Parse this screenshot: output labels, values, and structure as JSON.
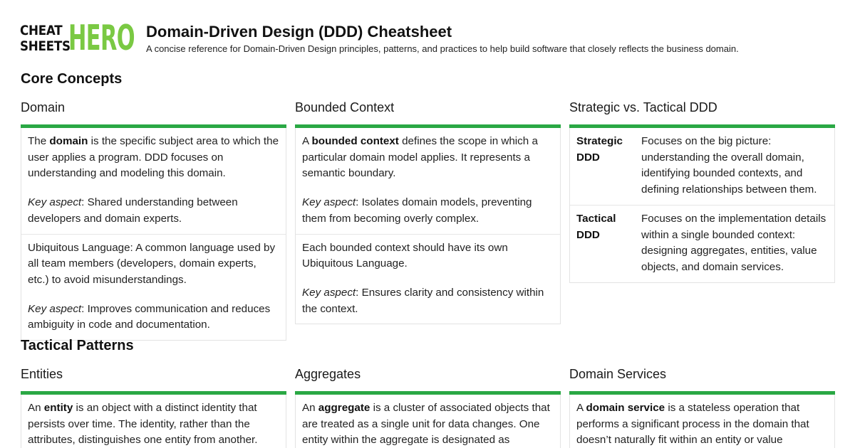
{
  "brand": {
    "line1": "CHEAT",
    "line2": "SHEETS",
    "hero": "HERO",
    "accent_color": "#7ac943"
  },
  "header": {
    "title": "Domain-Driven Design (DDD) Cheatsheet",
    "subtitle": "A concise reference for Domain-Driven Design principles, patterns, and practices to help build software that closely reflects the business domain."
  },
  "theme": {
    "card_bar_color": "#2aa844"
  },
  "sections": [
    {
      "title": "Core Concepts",
      "cards": [
        {
          "title": "Domain",
          "cells": [
            {
              "pre": "The ",
              "bold": "domain",
              "post": " is the specific subject area to which the user applies a program. DDD focuses on understanding and modeling this domain.",
              "key_label": "Key aspect",
              "key_text": ": Shared understanding between developers and domain experts."
            },
            {
              "pre": "Ubiquitous Language: A common language used by all team members (developers, domain experts, etc.) to avoid misunderstandings.",
              "key_label": "Key aspect",
              "key_text": ": Improves communication and reduces ambiguity in code and documentation."
            }
          ]
        },
        {
          "title": "Bounded Context",
          "cells": [
            {
              "pre": "A ",
              "bold": "bounded context",
              "post": " defines the scope in which a particular domain model applies. It represents a semantic boundary.",
              "key_label": "Key aspect",
              "key_text": ": Isolates domain models, preventing them from becoming overly complex."
            },
            {
              "pre": "Each bounded context should have its own Ubiquitous Language.",
              "key_label": "Key aspect",
              "key_text": ": Ensures clarity and consistency within the context."
            }
          ]
        },
        {
          "title": "Strategic vs. Tactical DDD",
          "rows": [
            {
              "key": "Strategic DDD",
              "value": "Focuses on the big picture: understanding the overall domain, identifying bounded contexts, and defining relationships between them."
            },
            {
              "key": "Tactical DDD",
              "value": "Focuses on the implementation details within a single bounded context: designing aggregates, entities, value objects, and domain services."
            }
          ]
        }
      ]
    },
    {
      "title": "Tactical Patterns",
      "cards": [
        {
          "title": "Entities",
          "cells": [
            {
              "pre": "An ",
              "bold": "entity",
              "post": " is an object with a distinct identity that persists over time. The identity, rather than the attributes, distinguishes one entity from another."
            }
          ]
        },
        {
          "title": "Aggregates",
          "cells": [
            {
              "pre": "An ",
              "bold": "aggregate",
              "post": " is a cluster of associated objects that are treated as a single unit for data changes. One entity within the aggregate is designated as"
            }
          ]
        },
        {
          "title": "Domain Services",
          "cells": [
            {
              "pre": "A ",
              "bold": "domain service",
              "post": " is a stateless operation that performs a significant process in the domain that doesn’t naturally fit within an entity or value"
            }
          ]
        }
      ]
    }
  ]
}
